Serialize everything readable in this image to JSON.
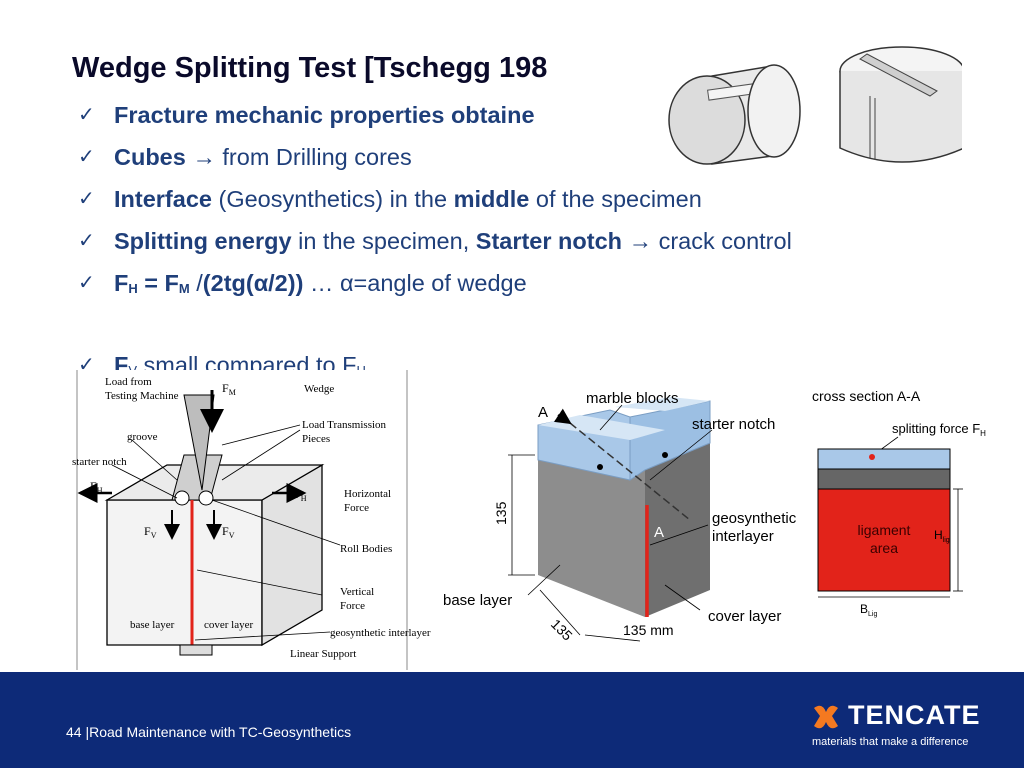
{
  "slide": {
    "title": "Wedge Splitting Test [Tschegg 198",
    "bullets": [
      {
        "bold": "Fracture mechanic properties obtaine",
        "rest": ""
      },
      {
        "bold": "Cubes",
        "arrow": "→",
        "rest": " from Drilling cores"
      },
      {
        "bold": "Interface",
        "mid": " (Geosynthetics) in the ",
        "bold2": "middle",
        "rest": " of the specimen"
      },
      {
        "bold": "Splitting energy",
        "mid": " in the specimen, ",
        "bold2": "Starter notch",
        "arrow": "→",
        "rest": " crack control"
      },
      {
        "f1": "F",
        "s1": "H",
        "eq": " = F",
        "s2": "M",
        "mid": " /",
        "bold2": "(2tg(α/2))",
        "rest": " … α=angle of wedge"
      }
    ],
    "cutoff": {
      "f": "F",
      "s": "V",
      "text": " small compared to F",
      "s2": "H"
    }
  },
  "diagram_left": {
    "load_from": "Load from",
    "testing_machine": "Testing Machine",
    "fm": "F",
    "fm_sub": "M",
    "wedge": "Wedge",
    "load_transmission": "Load Transmission",
    "pieces": "Pieces",
    "groove": "groove",
    "starter_notch": "starter notch",
    "fh_left": "F",
    "fh_sub": "H",
    "fh_right": "F",
    "horizontal": "Horizontal",
    "force": "Force",
    "fv_left": "F",
    "fv_sub": "V",
    "fv_right": "F",
    "roll_bodies": "Roll Bodies",
    "vertical": "Vertical",
    "force2": "Force",
    "base_layer": "base layer",
    "cover_layer": "cover layer",
    "geo_interlayer": "geosynthetic interlayer",
    "linear_support": "Linear Support"
  },
  "diagram_right": {
    "a_top": "A",
    "marble_blocks": "marble blocks",
    "starter_notch": "starter notch",
    "dim_135_v": "135",
    "a_lower": "A",
    "geosynthetic": "geosynthetic",
    "interlayer": "interlayer",
    "base_layer": "base layer",
    "dim_135_d": "135",
    "dim_135_mm": "135 mm",
    "cover_layer": "cover layer"
  },
  "diagram_section": {
    "title": "cross section A-A",
    "splitting_force": "splitting force F",
    "sf_sub": "H",
    "ligament": "ligament",
    "area": "area",
    "h": "H",
    "h_sub": "lig",
    "b": "B",
    "b_sub": "Lig"
  },
  "footer": {
    "text": "44 |Road Maintenance with TC-Geosynthetics",
    "logo_word": "TENCATE",
    "tagline": "materials that make a difference"
  },
  "colors": {
    "footer": "#0d2a78",
    "bullet_text": "#1f3f7a",
    "ligament_red": "#e2231a",
    "marble_blue": "#a9c8e8"
  }
}
